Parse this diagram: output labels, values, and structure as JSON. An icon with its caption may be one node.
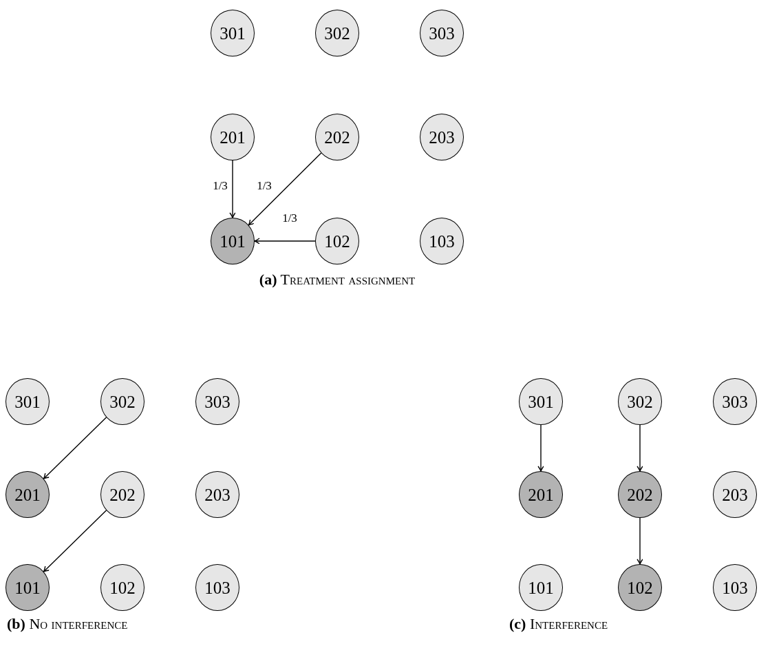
{
  "diagram": {
    "nodes": [
      {
        "text": [
          "301"
        ]
      },
      {
        "text": [
          "302"
        ]
      },
      {
        "text": [
          "303"
        ]
      },
      {
        "text": [
          "201"
        ]
      },
      {
        "text": [
          "202"
        ]
      },
      {
        "text": [
          "203"
        ]
      },
      {
        "text": [
          "101"
        ]
      },
      {
        "text": [
          "102"
        ]
      },
      {
        "text": [
          "103"
        ]
      },
      {
        "text": [
          "301"
        ]
      },
      {
        "text": [
          "302"
        ]
      },
      {
        "text": [
          "303"
        ]
      },
      {
        "text": [
          "201"
        ]
      },
      {
        "text": [
          "202"
        ]
      },
      {
        "text": [
          "203"
        ]
      },
      {
        "text": [
          "101"
        ]
      },
      {
        "text": [
          "102"
        ]
      },
      {
        "text": [
          "103"
        ]
      },
      {
        "text": [
          "301"
        ]
      },
      {
        "text": [
          "302"
        ]
      },
      {
        "text": [
          "303"
        ]
      },
      {
        "text": [
          "201"
        ]
      },
      {
        "text": [
          "202"
        ]
      },
      {
        "text": [
          "203"
        ]
      },
      {
        "text": [
          "101"
        ]
      },
      {
        "text": [
          "102"
        ]
      },
      {
        "text": [
          "103"
        ]
      }
    ],
    "edges": [
      {
        "from": 3,
        "to": 6,
        "arrow": "to",
        "label": "1/3"
      },
      {
        "from": 4,
        "to": 6,
        "arrow": "to",
        "label": "1/3"
      },
      {
        "from": 7,
        "to": 6,
        "arrow": "to",
        "label": "1/3"
      },
      {
        "from": 10,
        "to": 12,
        "arrow": "to"
      },
      {
        "from": 13,
        "to": 15,
        "arrow": "to"
      },
      {
        "from": 18,
        "to": 21,
        "arrow": "to"
      },
      {
        "from": 19,
        "to": 22,
        "arrow": "to"
      },
      {
        "from": 22,
        "to": 25,
        "arrow": "to"
      }
    ],
    "labels": [
      "**(a)** Treatment assignment",
      "**(b)** No interference",
      "**(c)** Interference"
    ]
  }
}
